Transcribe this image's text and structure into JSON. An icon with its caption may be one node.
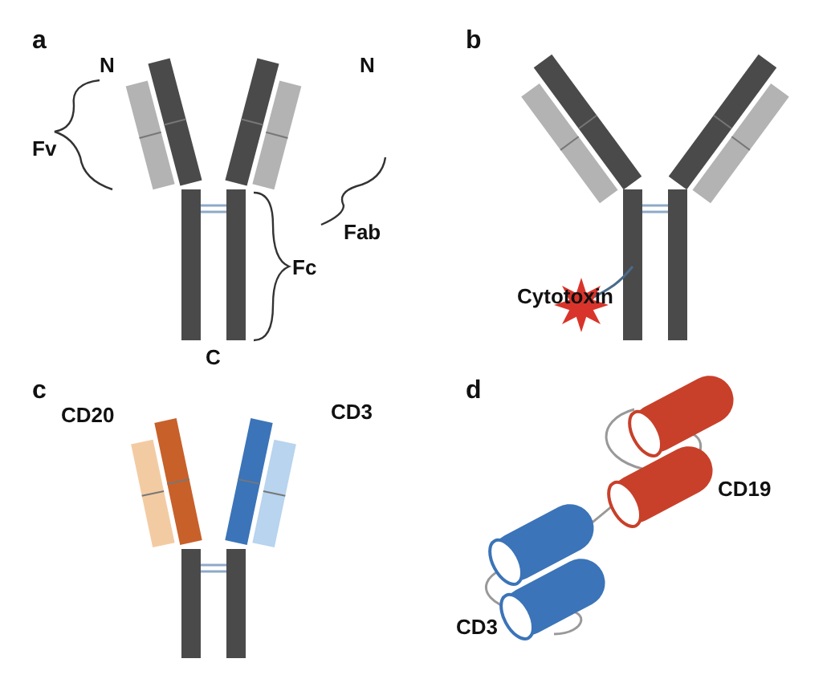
{
  "diagram": {
    "labels": [
      "a",
      "N",
      "N",
      "b",
      "Fv",
      "Fab",
      "Fc",
      "Cytotoxin",
      "C",
      "c",
      "d",
      "CD20",
      "CD3",
      "CD19",
      "CD3"
    ]
  }
}
